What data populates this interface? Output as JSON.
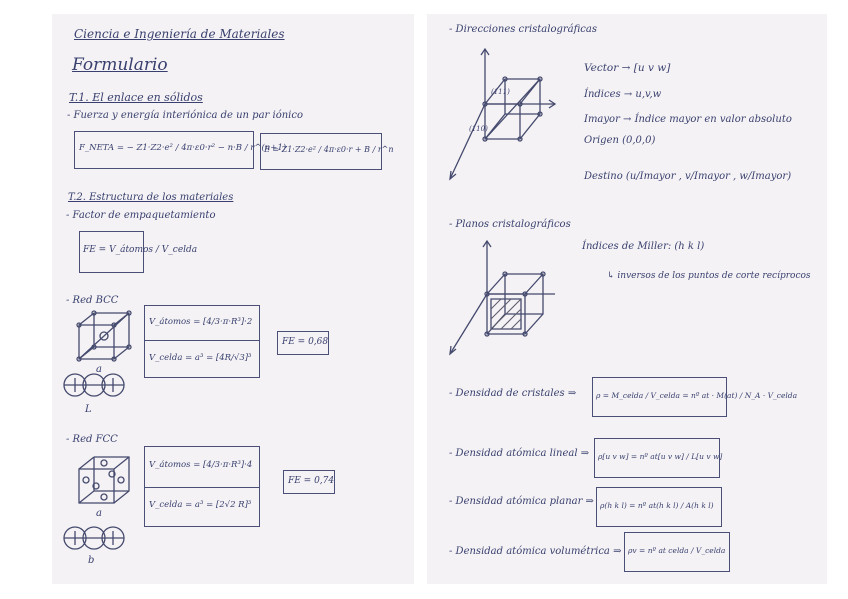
{
  "left": {
    "title": "Ciencia e Ingeniería de Materiales",
    "subtitle": "Formulario",
    "section1": {
      "heading": "T.1. El enlace en sólidos",
      "bullet": "- Fuerza y energía interiónica de un par iónico",
      "f_neta": "F_NETA = − Z1·Z2·e² / 4π·ε0·r² − n·B / r^(n+1)",
      "energy": "E = Z1·Z2·e² / 4π·ε0·r + B / r^n"
    },
    "section2": {
      "heading": "T.2. Estructura de los materiales",
      "bullet": "- Factor de empaquetamiento",
      "fe_def": "FE = V_átomos / V_celda"
    },
    "bcc": {
      "label": "- Red BCC",
      "v_atomos": "V_átomos = [4/3·π·R³]·2",
      "v_celda": "V_celda = a³ = [4R/√3]³",
      "fe": "FE = 0,68",
      "cell_label": "a",
      "atoms_label": "L"
    },
    "fcc": {
      "label": "- Red FCC",
      "v_atomos": "V_átomos = [4/3·π·R³]·4",
      "v_celda": "V_celda = a³ = [2√2 R]³",
      "fe": "FE = 0,74",
      "cell_label": "a",
      "atoms_label": "b"
    }
  },
  "right": {
    "directions": {
      "heading": "- Direcciones cristalográficas",
      "vector": "Vector → [u v w]",
      "indices": "Índices → u,v,w",
      "imayor": "Imayor → Índice mayor en valor absoluto",
      "origen": "Origen (0,0,0)",
      "destino": "Destino (u/Imayor , v/Imayor , w/Imayor)",
      "cube_label_top": "(111)",
      "cube_label_bottom": "(110)"
    },
    "planes": {
      "heading": "- Planos cristalográficos",
      "miller": "Índices de Miller: (h k l)",
      "inversos": "↳ inversos de los puntos de corte recíprocos"
    },
    "densities": [
      {
        "label": "- Densidad de cristales ⇒",
        "formula": "ρ = M_celda / V_celda = nº at · M(at) / N_A · V_celda"
      },
      {
        "label": "- Densidad atómica lineal ⇒",
        "formula": "ρ[u v w] = nº at[u v w] / L[u v w]"
      },
      {
        "label": "- Densidad atómica planar ⇒",
        "formula": "ρ(h k l) = nº at(h k l) / A(h k l)"
      },
      {
        "label": "- Densidad atómica volumétrica ⇒",
        "formula": "ρv = nº at celda / V_celda"
      }
    ]
  }
}
